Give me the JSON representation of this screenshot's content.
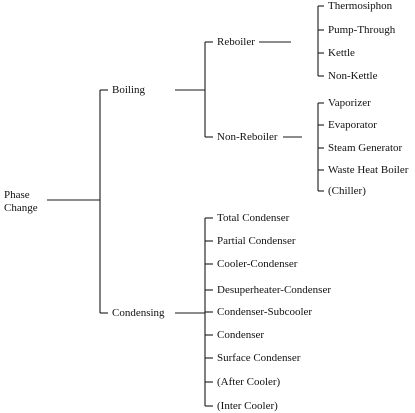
{
  "diagram": {
    "root": {
      "line1": "Phase",
      "line2": "Change"
    },
    "boiling": {
      "label": "Boiling",
      "reboiler": {
        "label": "Reboiler",
        "items": [
          "Thermosiphon",
          "Pump-Through",
          "Kettle",
          "Non-Kettle"
        ]
      },
      "non_reboiler": {
        "label": "Non-Reboiler",
        "items": [
          "Vaporizer",
          "Evaporator",
          "Steam Generator",
          "Waste Heat Boiler",
          "(Chiller)"
        ]
      }
    },
    "condensing": {
      "label": "Condensing",
      "items": [
        "Total Condenser",
        "Partial Condenser",
        "Cooler-Condenser",
        "Desuperheater-Condenser",
        "Condenser-Subcooler",
        "Condenser",
        "Surface Condenser",
        "(After Cooler)",
        "(Inter Cooler)"
      ]
    }
  }
}
